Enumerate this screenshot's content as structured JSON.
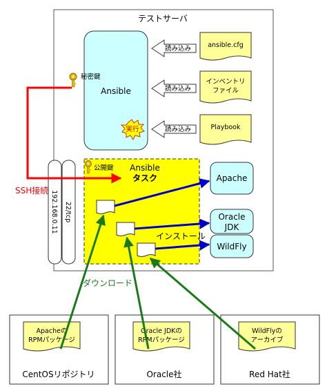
{
  "server": {
    "title": "テストサーバ",
    "ansible_label": "Ansible",
    "task_title_line1": "Ansible",
    "task_title_line2": "タスク",
    "install_label": "インストール",
    "run_label": "実行",
    "private_key_label": "秘密鍵",
    "public_key_label": "公開鍵",
    "ip_label": "192.168.0.11",
    "port_label": "22/tcp"
  },
  "files": [
    {
      "label": "ansible.cfg",
      "arrow_label": "読み込み"
    },
    {
      "label_line1": "インベントリ",
      "label_line2": "ファイル",
      "arrow_label": "読み込み"
    },
    {
      "label": "Playbook",
      "arrow_label": "読み込み"
    }
  ],
  "targets": [
    {
      "label": "Apache"
    },
    {
      "label_line1": "Oracle",
      "label_line2": "JDK"
    },
    {
      "label": "WildFly"
    }
  ],
  "ssh_label": "SSH接続",
  "download_label": "ダウンロード",
  "sources": [
    {
      "doc_line1": "Apacheの",
      "doc_line2": "RPMパッケージ",
      "name": "CentOSリポジトリ"
    },
    {
      "doc_line1": "Oracle JDKの",
      "doc_line2": "RPMパッケージ",
      "name": "Oracle社"
    },
    {
      "doc_line1": "WildFlyの",
      "doc_line2": "アーカイブ",
      "name": "Red Hat社"
    }
  ],
  "colors": {
    "ansible_fill": "#ccffff",
    "task_fill": "#ffff00",
    "file_fill": "#ffff99",
    "ssh_line": "#ff0000",
    "install_arrow": "#0000cc",
    "download_arrow": "#1a7a1a",
    "key_color": "#e6b800"
  }
}
